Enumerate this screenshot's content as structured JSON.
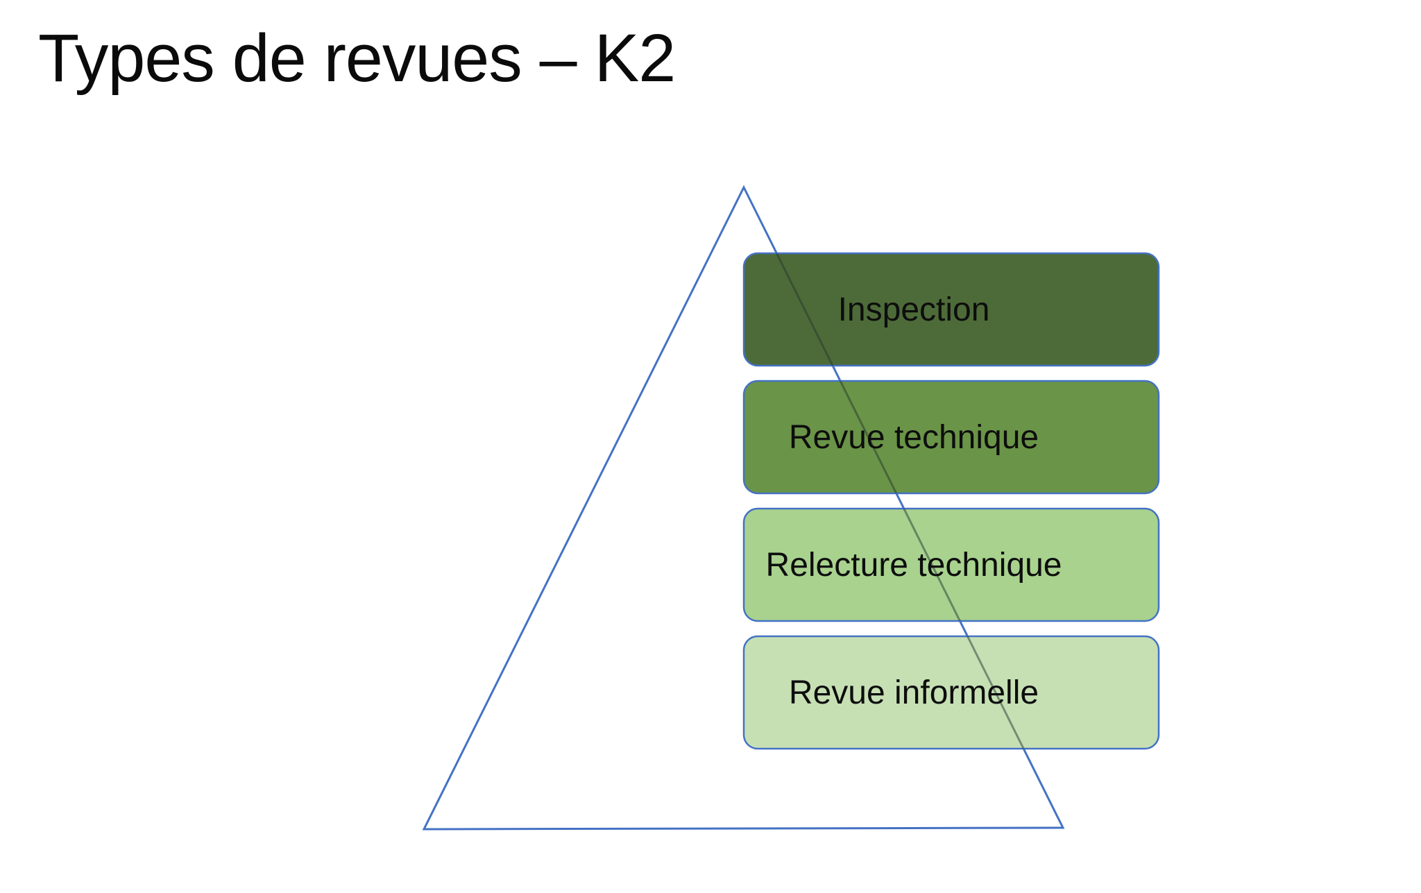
{
  "slide": {
    "title": "Types de revues – K2",
    "background_color": "#ffffff",
    "title_color": "#0b0b0b"
  },
  "pyramid": {
    "triangle_stroke_color": "#4472C4",
    "box_border_color": "#4472C4",
    "label_text_color": "#0d0d0d",
    "levels": [
      {
        "label": "Inspection",
        "fill": "#4d6b38"
      },
      {
        "label": "Revue technique",
        "fill": "#6a9447"
      },
      {
        "label": "Relecture technique",
        "fill": "#a8d28e"
      },
      {
        "label": "Revue informelle",
        "fill": "#c6e0b4"
      }
    ]
  }
}
